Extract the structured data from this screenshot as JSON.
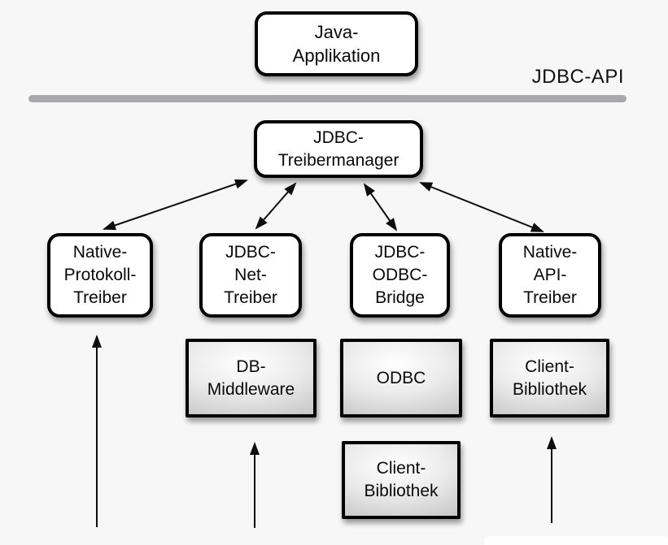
{
  "diagram": {
    "api_label": "JDBC-API",
    "nodes": {
      "java_application": {
        "label": "Java-\nApplikation",
        "kind": "rounded-white"
      },
      "driver_manager": {
        "label": "JDBC-\nTreibermanager",
        "kind": "rounded-white"
      },
      "native_protocol_driver": {
        "label": "Native-\nProtokoll-\nTreiber",
        "kind": "rounded-white"
      },
      "jdbc_net_driver": {
        "label": "JDBC-\nNet-\nTreiber",
        "kind": "rounded-white"
      },
      "jdbc_odbc_bridge": {
        "label": "JDBC-\nODBC-\nBridge",
        "kind": "rounded-white"
      },
      "native_api_driver": {
        "label": "Native-\nAPI-\nTreiber",
        "kind": "rounded-white"
      },
      "db_middleware": {
        "label": "DB-\nMiddleware",
        "kind": "gray-gradient"
      },
      "odbc": {
        "label": "ODBC",
        "kind": "gray-gradient"
      },
      "client_library_under_odbc": {
        "label": "Client-\nBibliothek",
        "kind": "gray-gradient"
      },
      "client_library_native": {
        "label": "Client-\nBibliothek",
        "kind": "gray-gradient"
      }
    },
    "edges": [
      {
        "from": "driver_manager",
        "to": "native_protocol_driver",
        "style": "bidirectional-arrow"
      },
      {
        "from": "driver_manager",
        "to": "jdbc_net_driver",
        "style": "bidirectional-arrow"
      },
      {
        "from": "driver_manager",
        "to": "jdbc_odbc_bridge",
        "style": "bidirectional-arrow"
      },
      {
        "from": "driver_manager",
        "to": "native_api_driver",
        "style": "bidirectional-arrow"
      },
      {
        "from": "bottom-edge",
        "to": "native_protocol_driver",
        "style": "arrow-up"
      },
      {
        "from": "bottom-edge",
        "to": "db_middleware",
        "style": "arrow-up"
      },
      {
        "from": "bottom-edge",
        "to": "client_library_native",
        "style": "arrow-up"
      }
    ],
    "colors": {
      "background": "#f7f7f8",
      "node_fill": "#ffffff",
      "node_border": "#000000",
      "gray_node_light": "#ffffff",
      "gray_node_dark": "#c6c6c6",
      "divider": "#a8a8ac",
      "arrow": "#0d0d0d",
      "text": "#0a0a0a"
    }
  }
}
